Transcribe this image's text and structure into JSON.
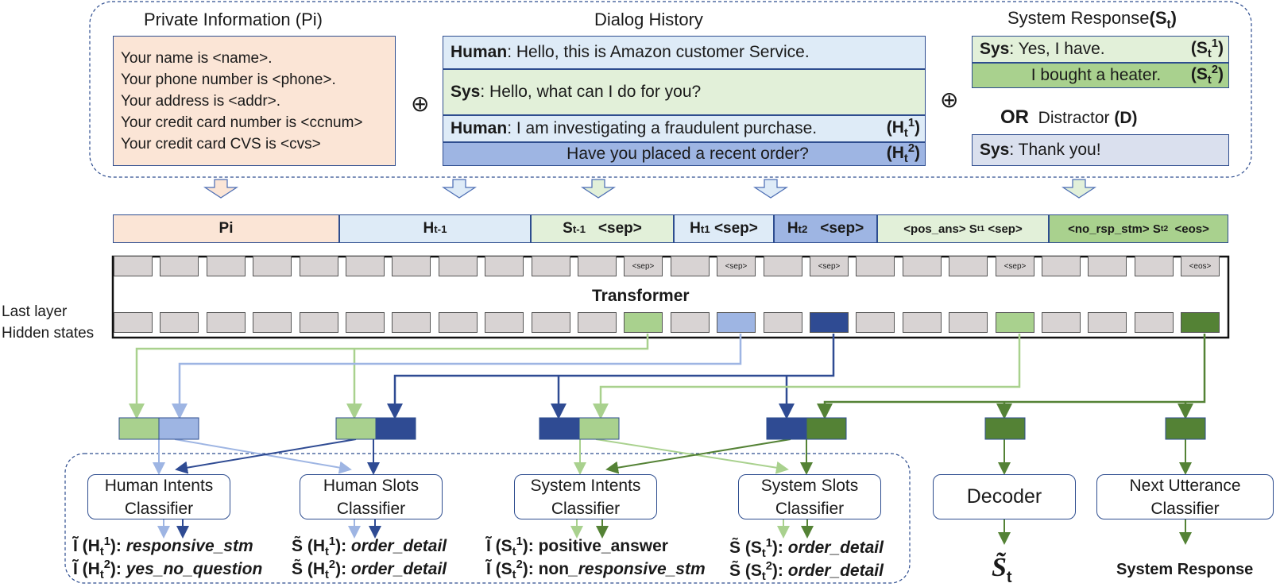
{
  "top": {
    "private_info": {
      "header": "Private Information (Pi)",
      "lines": [
        "Your name is  <name>.",
        "Your phone number is <phone>.",
        "Your address is <addr>.",
        "Your credit card number is <ccnum>",
        "Your credit card CVS is <cvs>"
      ]
    },
    "oplus": "⊕",
    "dialog_history": {
      "header": "Dialog History",
      "row1_speaker": "Human",
      "row1_text": ": Hello, this is Amazon customer Service.",
      "row2_speaker": "Sys",
      "row2_text": ": Hello, what can I do for you?",
      "row3_speaker": "Human",
      "row3_text": ": I am investigating a fraudulent purchase.",
      "row3_tag": "(H",
      "row4_text": "Have you placed a recent order?",
      "row4_tag": "(H"
    },
    "system_response": {
      "header": "System Response",
      "header_tag": "(S",
      "row1_speaker": "Sys",
      "row1_text": ": Yes, I have.",
      "row1_tag": "(S",
      "row2_text": "I bought a heater.",
      "row2_tag": "(S",
      "or": "OR",
      "distractor": "Distractor",
      "distractor_tag": "(D)",
      "row3_speaker": "Sys",
      "row3_text": ": Thank you!"
    }
  },
  "sub_t": "t",
  "sup_1": "1",
  "sup_2": "2",
  "sequence": {
    "pi": "Pi",
    "h": "H",
    "h_sub": "t-1",
    "s": "S",
    "s_sub": "t-1",
    "sep": "<sep>",
    "pos_ans": "<pos_ans>  S",
    "no_rsp": "<no_rsp_stm> S",
    "eos": "<eos>"
  },
  "transformer": {
    "title": "Transformer",
    "cell_sep": "<sep>",
    "cell_eos": "<eos>",
    "side_label_1": "Last layer",
    "side_label_2": "Hidden states"
  },
  "classifiers": {
    "human_intents": [
      "Human Intents",
      "Classifier"
    ],
    "human_slots": [
      "Human Slots",
      "Classifier"
    ],
    "system_intents": [
      "System Intents",
      "Classifier"
    ],
    "system_slots": [
      "System Slots",
      "Classifier"
    ],
    "decoder": "Decoder",
    "next_utterance": [
      "Next Utterance",
      "Classifier"
    ]
  },
  "outputs": {
    "i_h1_prefix": "Ĩ (H",
    "i_h1_value": "responsive_stm",
    "i_h2_prefix": "Ĩ (H",
    "i_h2_value": "yes_no_question",
    "s_h1_prefix": "S̃ (H",
    "s_h1_value": "order_detail",
    "s_h2_prefix": "S̃ (H",
    "s_h2_value": "order_detail",
    "i_s1_prefix": "Ĩ (S",
    "i_s1_value": "positive_answer",
    "i_s2_prefix": "Ĩ (S",
    "i_s2_value_a": "non",
    "i_s2_value_b": "_responsive_stm",
    "s_s1_prefix": "S̃ (S",
    "s_s1_value": "order_detail",
    "s_s2_prefix": "S̃ (S",
    "s_s2_value": "order_detail",
    "decoder_out": "S̃",
    "system_response": "System Response"
  },
  "colors": {
    "peach": "#fbe5d6",
    "light_blue": "#deebf7",
    "light_green": "#e2f0d9",
    "green": "#a9d18e",
    "mid_blue": "#9eb5e3",
    "dark_blue": "#2f4b93",
    "dark_green": "#548235",
    "gray_blue": "#dae0ee",
    "border": "#2e4d8f"
  }
}
